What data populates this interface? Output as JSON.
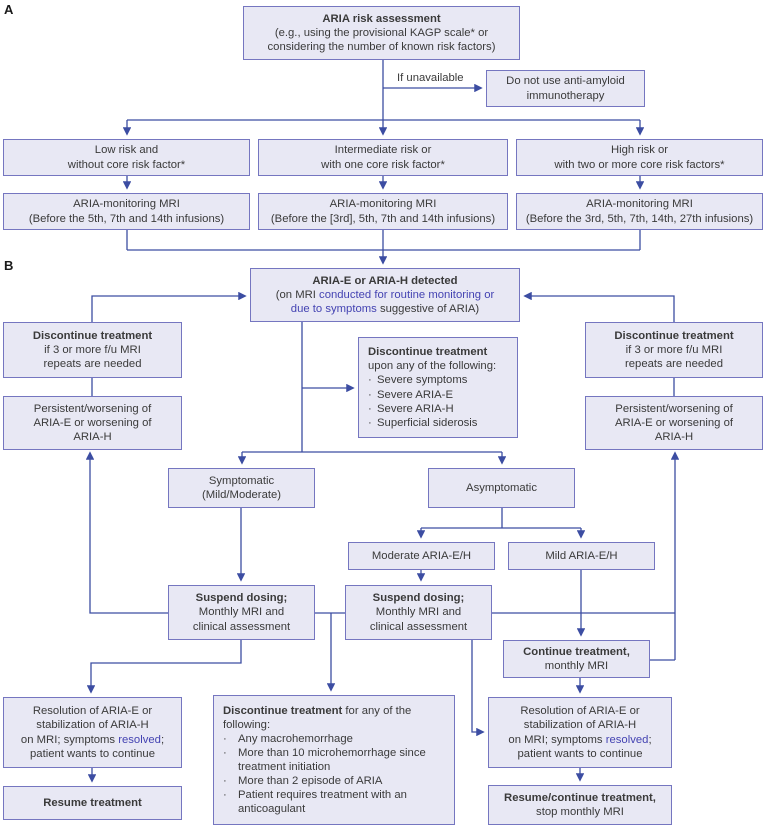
{
  "colors": {
    "box_fill": "#e8e8f4",
    "box_border": "#7576c0",
    "connector": "#3c4da2",
    "accent_text": "#4443b2",
    "body_text": "#3a3a3a"
  },
  "panel_a": {
    "label": "A",
    "risk_assessment": {
      "title": "ARIA risk assessment",
      "line2": "(e.g., using the provisional KAGP scale* or",
      "line3": "considering the number of known risk factors)"
    },
    "if_unavailable_label": "If unavailable",
    "do_not_use": {
      "line1": "Do not use anti-amyloid",
      "line2": "immunotherapy"
    },
    "risk_levels": [
      {
        "line1": "Low risk and",
        "line2": "without core risk factor*",
        "mri_line1": "ARIA-monitoring MRI",
        "mri_line2": "(Before the 5th, 7th and 14th infusions)"
      },
      {
        "line1": "Intermediate risk or",
        "line2": "with one core risk factor*",
        "mri_line1": "ARIA-monitoring MRI",
        "mri_line2": "(Before the [3rd], 5th, 7th and 14th infusions)"
      },
      {
        "line1": "High risk or",
        "line2": "with two or more core risk factors*",
        "mri_line1": "ARIA-monitoring MRI",
        "mri_line2": "(Before the 3rd, 5th, 7th, 14th, 27th infusions)"
      }
    ]
  },
  "panel_b": {
    "label": "B",
    "bullet": "·",
    "detected": {
      "title": "ARIA-E or ARIA-H detected",
      "line2_plain": "(on MRI ",
      "line2_accent": "conducted for routine monitoring or",
      "line3_accent": "due to symptoms",
      "line3_plain": " suggestive of ARIA)"
    },
    "discontinue_fu_left": {
      "title": "Discontinue treatment",
      "line2": "if 3 or more f/u MRI",
      "line3": "repeats are needed"
    },
    "discontinue_fu_right": {
      "title": "Discontinue treatment",
      "line2": "if 3 or more f/u MRI",
      "line3": "repeats are needed"
    },
    "persistent_left": {
      "line1": "Persistent/worsening of",
      "line2": "ARIA-E or worsening of",
      "line3": "ARIA-H"
    },
    "persistent_right": {
      "line1": "Persistent/worsening of",
      "line2": "ARIA-E or worsening of",
      "line3": "ARIA-H"
    },
    "discontinue_upon": {
      "title": "Discontinue treatment",
      "subtitle": "upon any of the following:",
      "items": [
        "Severe symptoms",
        "Severe ARIA-E",
        "Severe ARIA-H",
        "Superficial siderosis"
      ]
    },
    "symptomatic": {
      "line1": "Symptomatic",
      "line2": "(Mild/Moderate)"
    },
    "asymptomatic": {
      "line1": "Asymptomatic"
    },
    "moderate": {
      "line1": "Moderate ARIA-E/H"
    },
    "mild": {
      "line1": "Mild ARIA-E/H"
    },
    "suspend_left": {
      "title": "Suspend dosing;",
      "line2": "Monthly MRI and",
      "line3": "clinical assessment"
    },
    "suspend_mid": {
      "title": "Suspend dosing;",
      "line2": "Monthly MRI and",
      "line3": "clinical assessment"
    },
    "continue_tx": {
      "title": "Continue treatment,",
      "line2": "monthly MRI"
    },
    "resolution_left": {
      "line1": "Resolution of ARIA-E or",
      "line2": "stabilization of ARIA-H",
      "line3_plain": "on MRI; symptoms ",
      "line3_accent": "resolved",
      "line3_end": ";",
      "line4": "patient wants to continue"
    },
    "resume_left": {
      "title": "Resume treatment"
    },
    "discontinue_any": {
      "title_bold": "Discontinue treatment",
      "title_rest": " for any of the following:",
      "items": [
        "Any macrohemorrhage",
        "More than 10 microhemorrhage since treatment initiation",
        "More than 2 episode of ARIA",
        "Patient requires treatment with an anticoagulant"
      ]
    },
    "resolution_right": {
      "line1": "Resolution of ARIA-E or",
      "line2": "stabilization of ARIA-H",
      "line3_plain": "on MRI; symptoms ",
      "line3_accent": "resolved",
      "line3_end": ";",
      "line4": "patient wants to continue"
    },
    "resume_right": {
      "title": "Resume/continue treatment,",
      "line2": "stop monthly MRI"
    }
  }
}
